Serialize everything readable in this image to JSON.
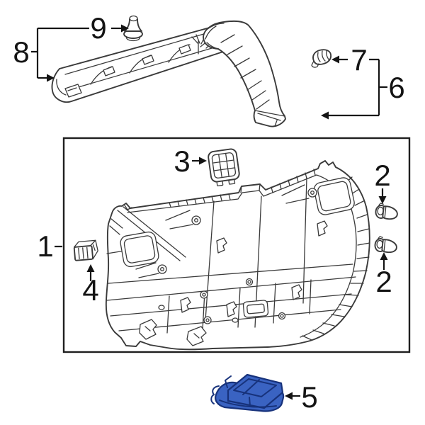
{
  "diagram": {
    "background": "#ffffff",
    "colors": {
      "line": "#3a3a3a",
      "frame": "#1f1f1f",
      "callout_text": "#141414",
      "highlight_fill": "#3a63c2",
      "highlight_stroke": "#17327b"
    },
    "callouts": {
      "c1": {
        "label": "1"
      },
      "c2_upper": {
        "label": "2"
      },
      "c2_lower": {
        "label": "2"
      },
      "c3": {
        "label": "3"
      },
      "c4": {
        "label": "4"
      },
      "c5": {
        "label": "5"
      },
      "c6": {
        "label": "6"
      },
      "c7": {
        "label": "7"
      },
      "c8": {
        "label": "8"
      },
      "c9": {
        "label": "9"
      }
    }
  }
}
